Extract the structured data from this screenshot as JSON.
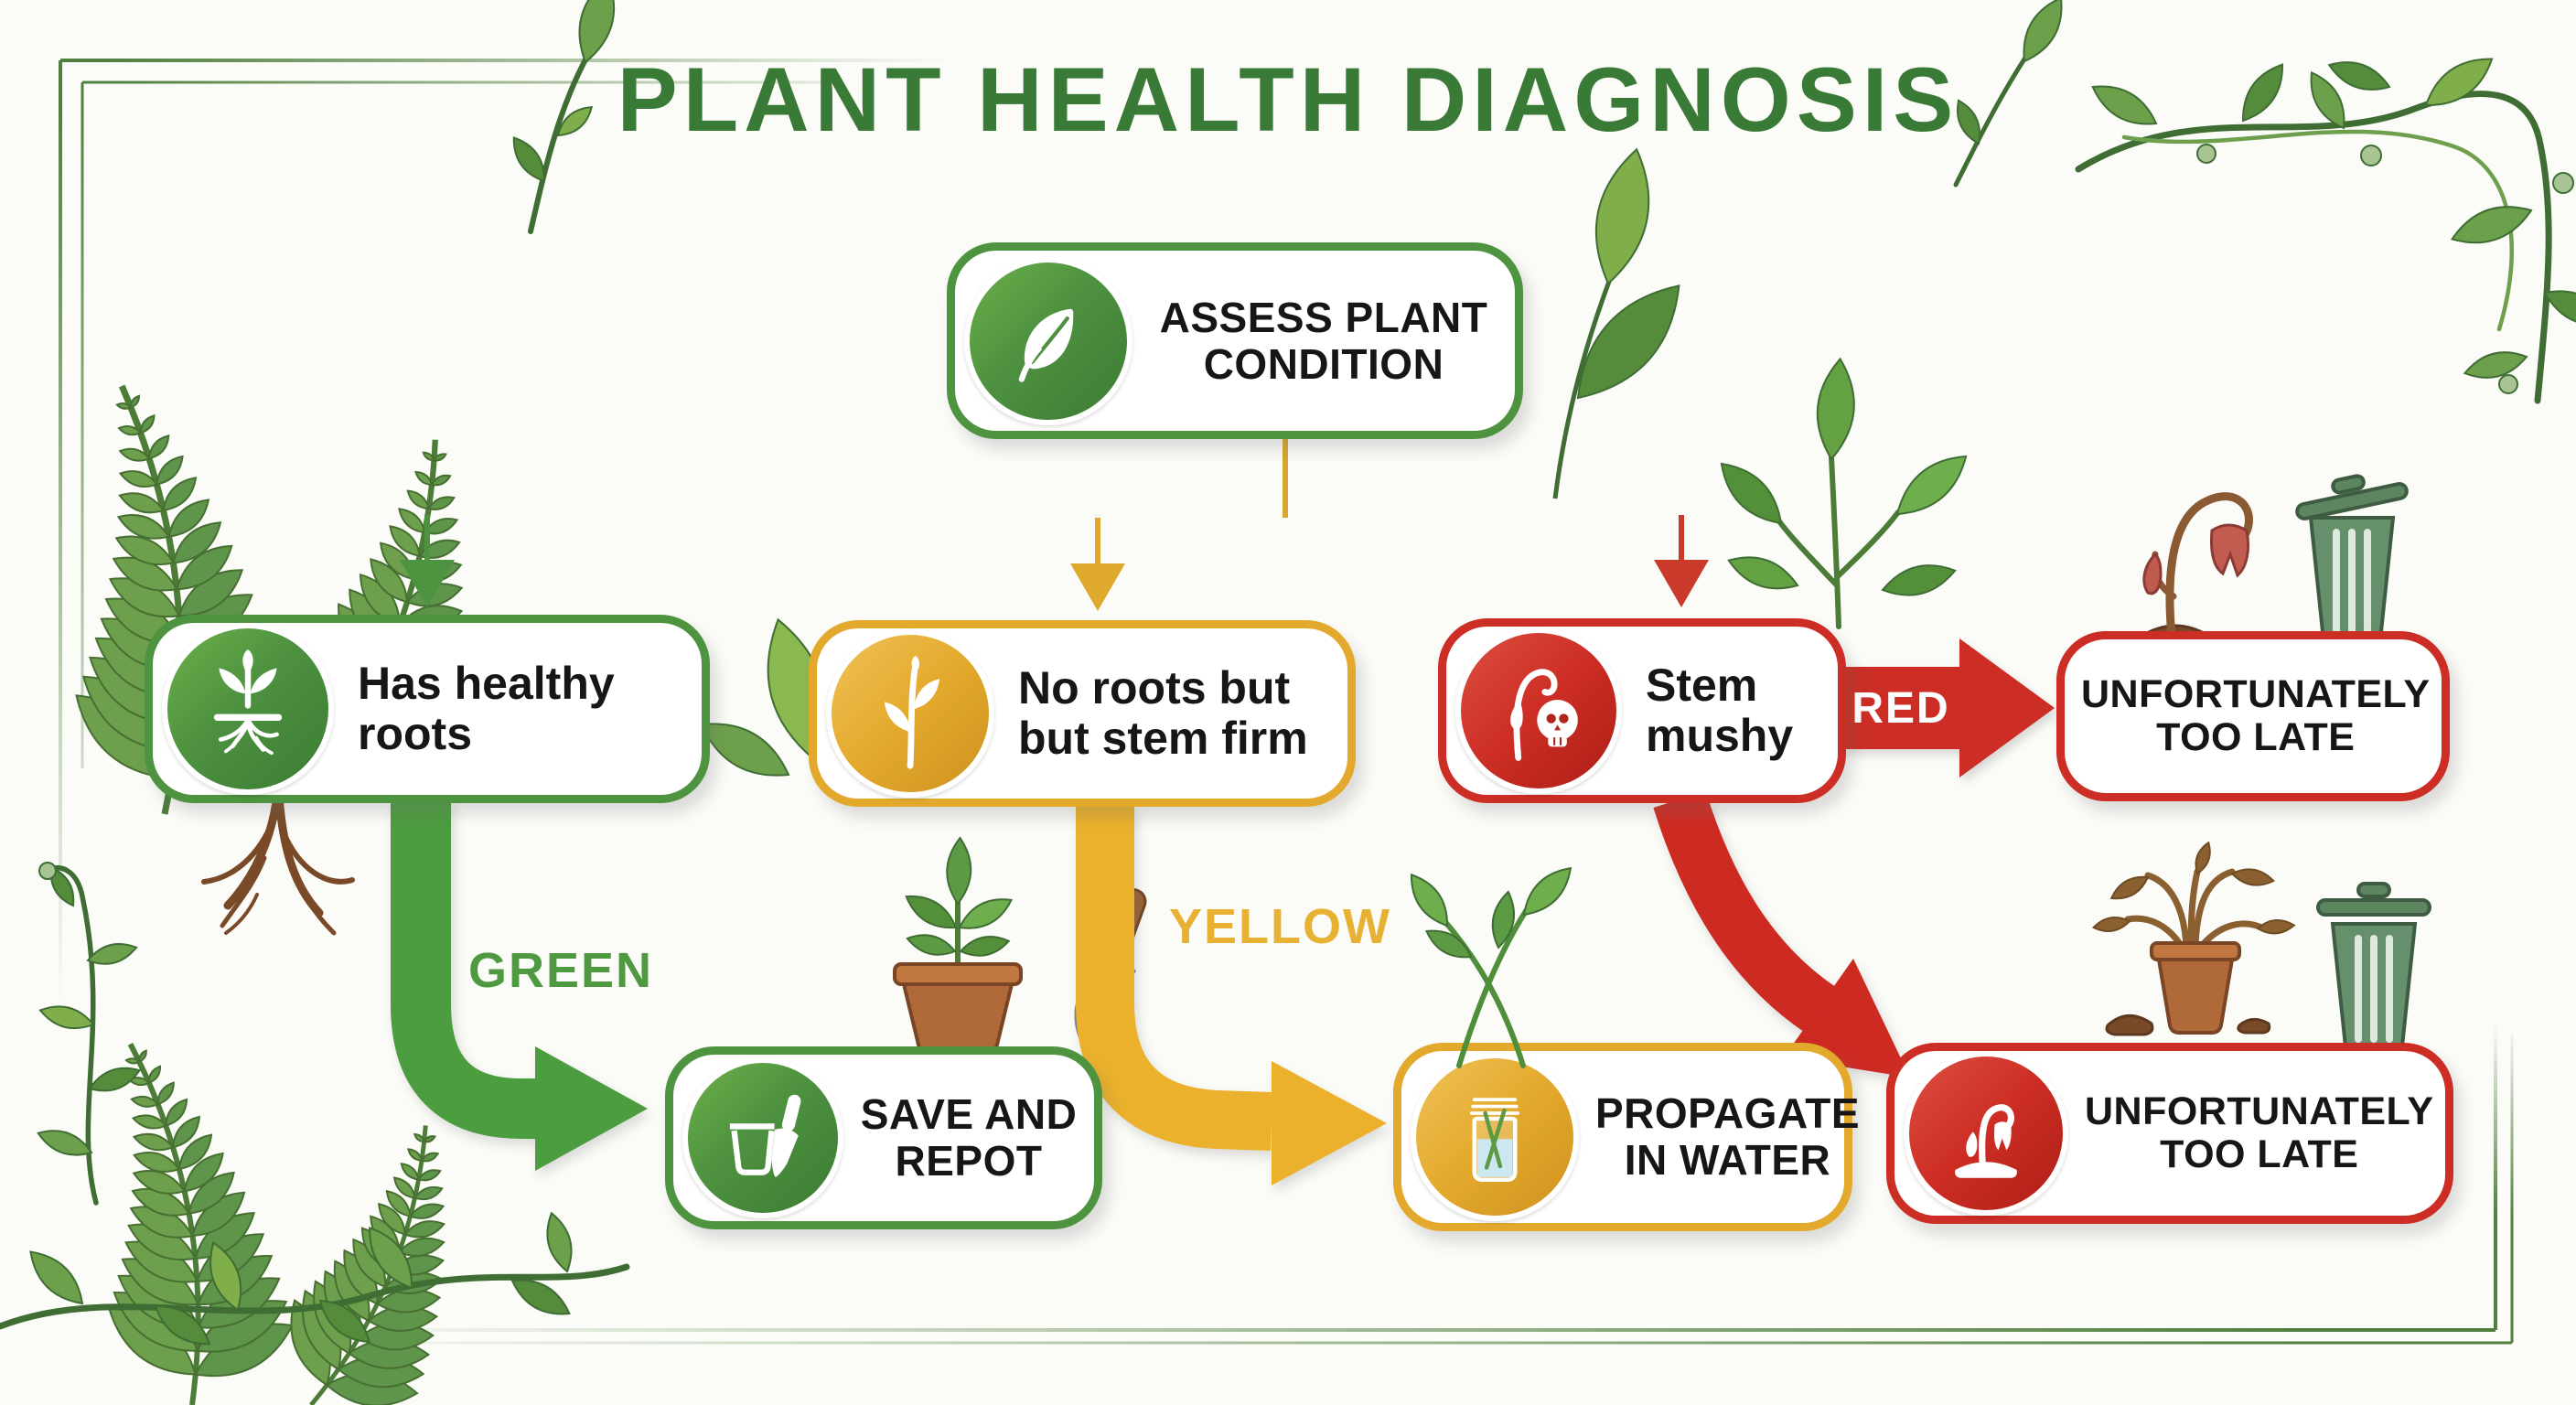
{
  "title": "PLANT HEALTH DIAGNOSIS",
  "colors": {
    "green": "#4e9440",
    "yellow": "#e2a92d",
    "red": "#cc2d24",
    "title_green": "#3a7a37",
    "text": "#161616",
    "background": "#fbfbf8"
  },
  "flow": {
    "assess": {
      "line1": "ASSESS PLANT",
      "line2": "CONDITION",
      "icon": "leaf-icon"
    },
    "healthy": {
      "line1": "Has healthy",
      "line2": "roots",
      "icon": "plant-roots-icon"
    },
    "noroots": {
      "line1": "No roots but",
      "line2": "but stem firm",
      "icon": "sprout-icon"
    },
    "mushy": {
      "line1": "Stem",
      "line2": "mushy",
      "icon": "skull-wilted-stem-icon"
    },
    "late1": {
      "line1": "UNFORTUNATELY",
      "line2": "TOO LATE"
    },
    "save": {
      "line1": "SAVE AND",
      "line2": "REPOT",
      "icon": "pot-trowel-icon"
    },
    "propagate": {
      "line1": "PROPAGATE",
      "line2": "IN WATER",
      "icon": "jar-cuttings-icon"
    },
    "late2": {
      "line1": "UNFORTUNATELY",
      "line2": "TOO LATE",
      "icon": "wilted-flower-icon"
    }
  },
  "branch_labels": {
    "green": "GREEN",
    "yellow": "YELLOW",
    "red": "RED"
  }
}
